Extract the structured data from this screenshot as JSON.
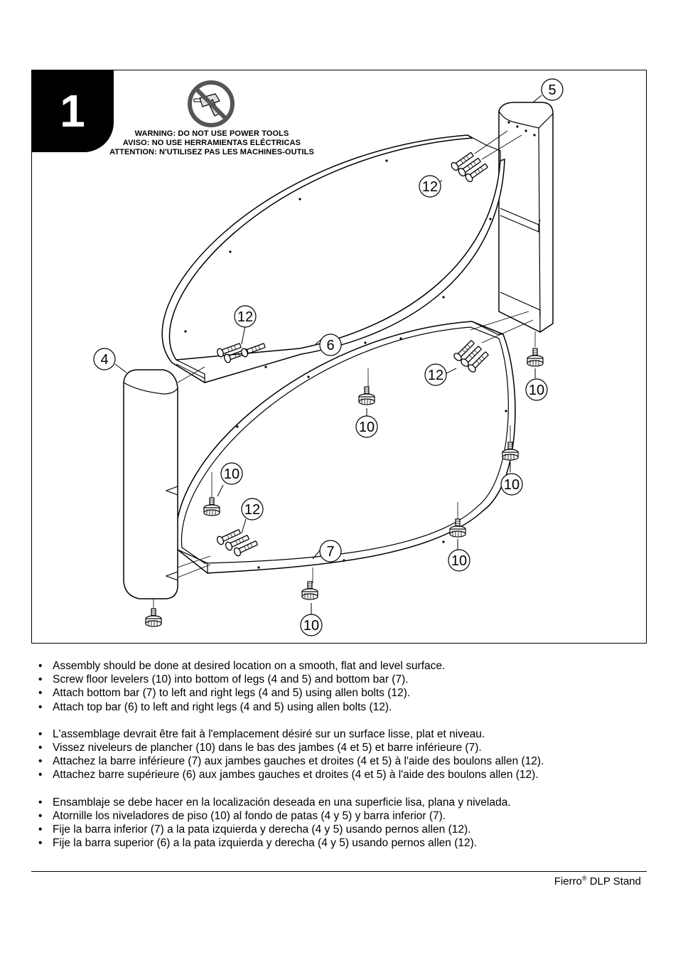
{
  "step": {
    "number": "1"
  },
  "warning": {
    "lines": [
      "WARNING: DO NOT USE POWER TOOLS",
      "AVISO: NO USE HERRAMIENTAS ELÉCTRICAS",
      "ATTENTION: N'UTILISEZ PAS LES MACHINES-OUTILS"
    ],
    "icon": "no-power-tools-icon"
  },
  "callouts": {
    "leg_right": "5",
    "leg_left": "4",
    "top_bar": "6",
    "bottom_bar": "7",
    "bolts": "12",
    "leveler": "10"
  },
  "instructions": {
    "english": [
      "Assembly should be done at desired location on a smooth, flat and level surface.",
      "Screw floor levelers (10) into bottom of legs (4 and 5) and bottom bar (7).",
      "Attach bottom bar (7) to left and right legs (4 and 5) using allen bolts (12).",
      "Attach top bar (6) to left and right legs (4 and 5) using allen bolts (12)."
    ],
    "french": [
      "L'assemblage devrait être fait à l'emplacement désiré sur un surface lisse, plat et niveau.",
      "Vissez niveleurs de plancher (10) dans le bas des jambes (4 et 5) et barre inférieure (7).",
      "Attachez la barre inférieure (7) aux jambes gauches et droites (4 et 5) à l'aide des boulons allen (12).",
      "Attachez barre supérieure (6) aux jambes gauches et droites (4 et 5) à l'aide des boulons allen (12)."
    ],
    "spanish": [
      "Ensamblaje se debe hacer en la localización deseada en una superficie lisa, plana y nivelada.",
      "Atornille los niveladores de piso (10) al fondo de patas (4 y 5) y barra inferior (7).",
      "Fije la barra inferior (7) a la pata izquierda y derecha (4 y 5) usando pernos allen (12).",
      "Fije la barra superior (6) a la pata izquierda y derecha (4 y 5) usando pernos allen (12)."
    ]
  },
  "footer": {
    "product": "Fierro",
    "registered": "®",
    "model": " DLP Stand"
  }
}
